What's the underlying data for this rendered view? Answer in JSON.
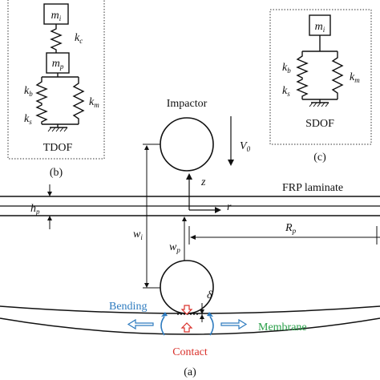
{
  "labels": {
    "tdof_mass_i": "m",
    "tdof_mass_i_sub": "i",
    "tdof_mass_p": "m",
    "tdof_mass_p_sub": "p",
    "tdof_kc": "k",
    "tdof_kc_sub": "c",
    "tdof_kb": "k",
    "tdof_kb_sub": "b",
    "tdof_ks": "k",
    "tdof_ks_sub": "s",
    "tdof_km": "k",
    "tdof_km_sub": "m",
    "tdof_title": "TDOF",
    "panel_b": "(b)",
    "sdof_mass_i": "m",
    "sdof_mass_i_sub": "i",
    "sdof_kb": "k",
    "sdof_kb_sub": "b",
    "sdof_ks": "k",
    "sdof_ks_sub": "s",
    "sdof_km": "k",
    "sdof_km_sub": "m",
    "sdof_title": "SDOF",
    "panel_c": "(c)",
    "impactor": "Impactor",
    "v0": "V",
    "v0_sub": "0",
    "z_axis": "z",
    "r_axis": "r",
    "laminate": "FRP laminate",
    "hp": "h",
    "hp_sub": "p",
    "wi": "w",
    "wi_sub": "i",
    "wp": "w",
    "wp_sub": "p",
    "rp": "R",
    "rp_sub": "p",
    "delta": "δ",
    "bending": "Bending",
    "membrane": "Membrane",
    "contact": "Contact",
    "panel_a": "(a)"
  },
  "colors": {
    "ink": "#111111",
    "bending": "#2e7bbf",
    "membrane": "#2aa04a",
    "contact": "#d9312b",
    "arrow_blue": "#2e7bbf"
  }
}
